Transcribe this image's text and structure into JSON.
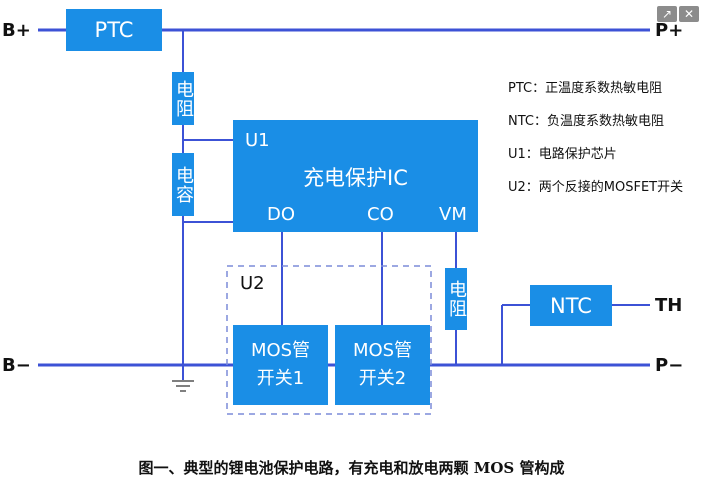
{
  "terminals": {
    "b_plus": "B+",
    "b_minus": "B−",
    "p_plus": "P+",
    "p_minus": "P−",
    "th": "TH"
  },
  "components": {
    "ptc": "PTC",
    "resistor_top": "电阻",
    "capacitor": "电容",
    "ic_ref": "U1",
    "ic_name": "充电保护IC",
    "pin_do": "DO",
    "pin_co": "CO",
    "pin_vm": "VM",
    "resistor_vm": "电阻",
    "mos_group_ref": "U2",
    "mos1_line1": "MOS管",
    "mos1_line2": "开关1",
    "mos2_line1": "MOS管",
    "mos2_line2": "开关2",
    "ntc": "NTC"
  },
  "legend": [
    "PTC：正温度系数热敏电阻",
    "NTC：负温度系数热敏电阻",
    "U1：电路保护芯片",
    "U2：两个反接的MOSFET开关"
  ],
  "caption": "图一、典型的锂电池保护电路，有充电和放电两颗 MOS 管构成",
  "colors": {
    "wire": "#3c52d6",
    "box": "#1a8ee6",
    "dashed": "#7c8cd8"
  },
  "icons": [
    "expand-icon",
    "close-icon"
  ]
}
